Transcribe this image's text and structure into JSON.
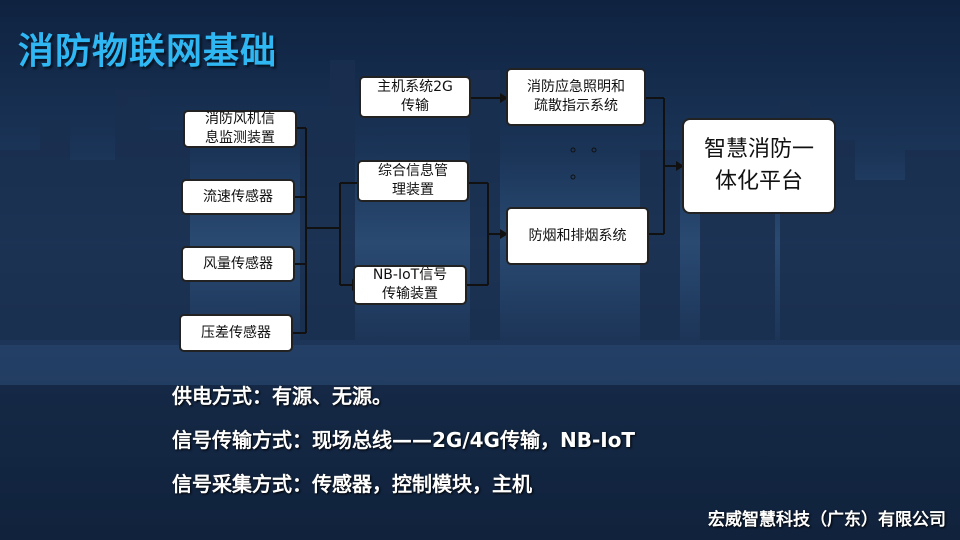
{
  "title": "消防物联网基础",
  "sensors": [
    "消防风机信\n息监测装置",
    "流速传感器",
    "风量传感器",
    "压差传感器"
  ],
  "transmission": [
    "主机系统2G\n传输",
    "综合信息管\n理装置",
    "NB-IoT信号\n传输装置"
  ],
  "systems": [
    "消防应急照明和\n疏散指示系统",
    "防烟和排烟系统"
  ],
  "ellipsis_dots": "°  °\n°",
  "platform": "智慧消防一\n体化平台",
  "bullets": [
    "供电方式：有源、无源。",
    "信号传输方式：现场总线——2G/4G传输，NB-IoT",
    "信号采集方式：传感器，控制模块，主机"
  ],
  "footer": "宏威智慧科技（广东）有限公司",
  "colors": {
    "title": "#2fb7f3",
    "box_border": "#222222",
    "line": "#111111"
  }
}
